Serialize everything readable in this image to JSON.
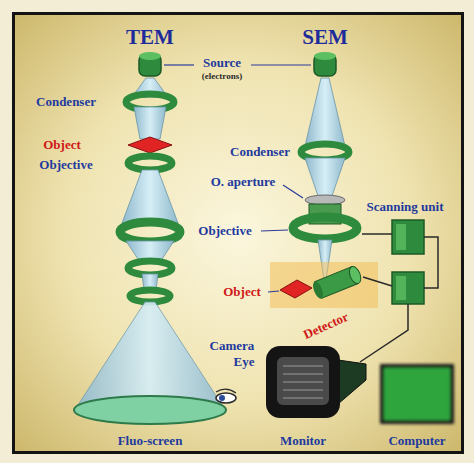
{
  "diagram": {
    "labels": [
      "TEM",
      "SEM",
      "Source",
      "(electrons)",
      "Condenser",
      "Object",
      "Objective",
      "O. aperture",
      "Scanning unit",
      "Condenser",
      "Objective",
      "Object",
      "Detector",
      "Camera",
      "Eye",
      "Fluo-screen",
      "Monitor",
      "Computer"
    ]
  }
}
